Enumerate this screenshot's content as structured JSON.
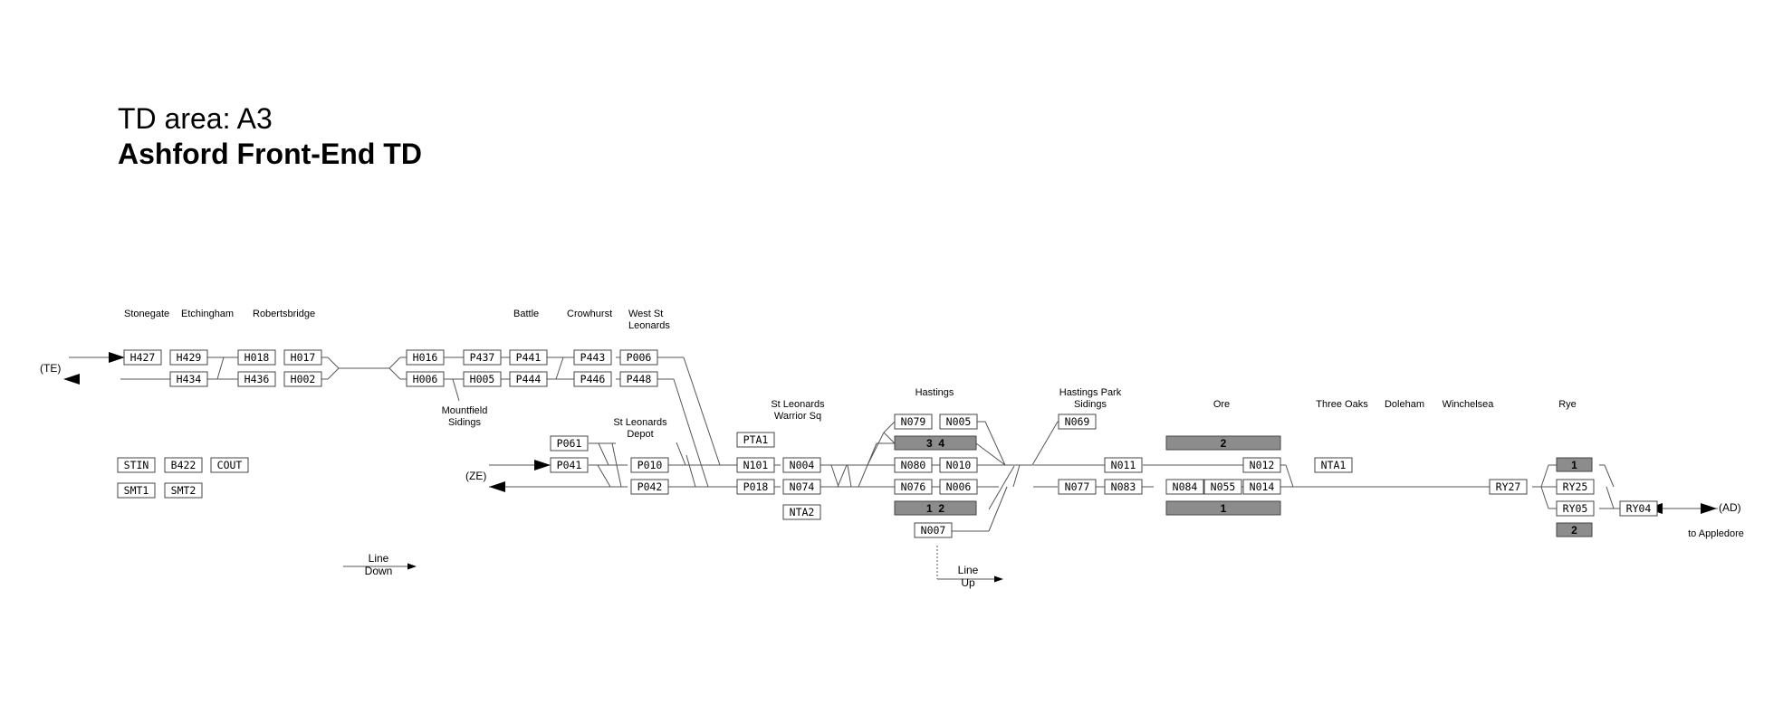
{
  "header": {
    "area": "TD area: A3",
    "name": "Ashford Front-End TD"
  },
  "stations": {
    "stonegate": "Stonegate",
    "etchingham": "Etchingham",
    "robertsbridge": "Robertsbridge",
    "battle": "Battle",
    "crowhurst": "Crowhurst",
    "west_st_leonards": [
      "West St",
      "Leonards"
    ],
    "mountfield_sidings": [
      "Mountfield",
      "Sidings"
    ],
    "st_leonards_depot": [
      "St Leonards",
      "Depot"
    ],
    "st_leonards_warrior_sq": [
      "St Leonards",
      "Warrior Sq"
    ],
    "hastings": "Hastings",
    "hastings_park_sidings": [
      "Hastings Park",
      "Sidings"
    ],
    "ore": "Ore",
    "three_oaks": "Three Oaks",
    "doleham": "Doleham",
    "winchelsea": "Winchelsea",
    "rye": "Rye",
    "to_appledore": "to Appledore"
  },
  "connections": {
    "te": "(TE)",
    "ze": "(ZE)",
    "ad": "(AD)"
  },
  "direction_labels": {
    "line_down": [
      "Line",
      "Down"
    ],
    "line_up": [
      "Line",
      "Up"
    ]
  },
  "berths": [
    "H427",
    "H429",
    "H018",
    "H017",
    "H434",
    "H436",
    "H002",
    "H016",
    "H006",
    "P437",
    "H005",
    "P441",
    "P444",
    "P443",
    "P446",
    "P006",
    "P448",
    "P061",
    "P041",
    "P010",
    "P042",
    "PTA1",
    "N101",
    "P018",
    "N004",
    "N074",
    "NTA2",
    "N079",
    "N005",
    "N080",
    "N010",
    "N076",
    "N006",
    "N007",
    "N069",
    "N011",
    "N077",
    "N083",
    "N012",
    "N084",
    "N055",
    "N014",
    "NTA1",
    "RY27",
    "RY25",
    "RY05",
    "RY04",
    "STIN",
    "B422",
    "COUT",
    "SMT1",
    "SMT2"
  ],
  "platforms": {
    "hastings_up": "3  4",
    "hastings_down": "1  2",
    "ore_up": "2",
    "ore_down": "1",
    "rye_1": "1",
    "rye_2": "2"
  },
  "colors": {
    "platform_fill": "#8c8c8c",
    "berth_border": "#444444",
    "track": "#555555"
  }
}
